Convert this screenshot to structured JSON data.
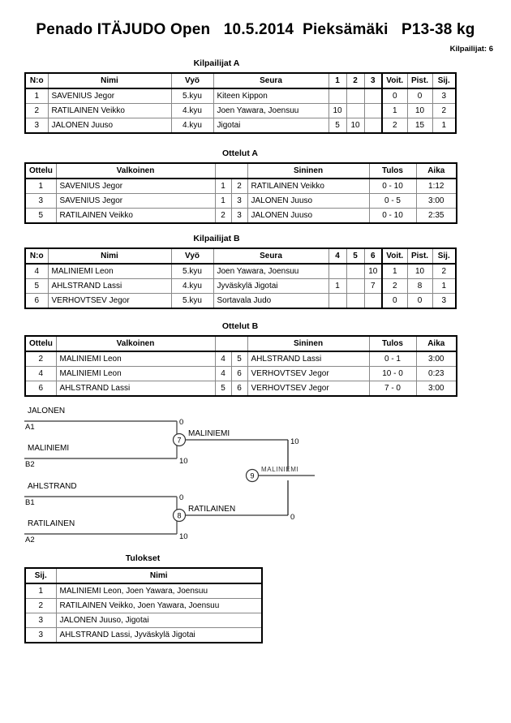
{
  "header": {
    "title": "Penado ITÄJUDO Open   10.5.2014  Pieksämäki   P13-38 kg",
    "competitor_count_label": "Kilpailijat: 6"
  },
  "pool_a": {
    "caption": "Kilpailijat A",
    "columns": [
      "N:o",
      "Nimi",
      "Vyö",
      "Seura",
      "1",
      "2",
      "3",
      "Voit.",
      "Pist.",
      "Sij."
    ],
    "rows": [
      {
        "no": "1",
        "name": "SAVENIUS Jegor",
        "belt": "5.kyu",
        "club": "Kiteen Kippon",
        "m1": "",
        "m2": "",
        "m3": "",
        "wins": "0",
        "points": "0",
        "rank": "3"
      },
      {
        "no": "2",
        "name": "RATILAINEN Veikko",
        "belt": "4.kyu",
        "club": "Joen Yawara, Joensuu",
        "m1": "10",
        "m2": "",
        "m3": "",
        "wins": "1",
        "points": "10",
        "rank": "2"
      },
      {
        "no": "3",
        "name": "JALONEN Juuso",
        "belt": "4.kyu",
        "club": "Jigotai",
        "m1": "5",
        "m2": "10",
        "m3": "",
        "wins": "2",
        "points": "15",
        "rank": "1"
      }
    ]
  },
  "matches_a": {
    "caption": "Ottelut A",
    "columns": [
      "Ottelu",
      "Valkoinen",
      "",
      "",
      "Sininen",
      "Tulos",
      "Aika"
    ],
    "rows": [
      {
        "match": "1",
        "white": "SAVENIUS Jegor",
        "white_no": "1",
        "blue_no": "2",
        "blue": "RATILAINEN Veikko",
        "result": "0 - 10",
        "time": "1:12"
      },
      {
        "match": "3",
        "white": "SAVENIUS Jegor",
        "white_no": "1",
        "blue_no": "3",
        "blue": "JALONEN Juuso",
        "result": "0 - 5",
        "time": "3:00"
      },
      {
        "match": "5",
        "white": "RATILAINEN Veikko",
        "white_no": "2",
        "blue_no": "3",
        "blue": "JALONEN Juuso",
        "result": "0 - 10",
        "time": "2:35"
      }
    ]
  },
  "pool_b": {
    "caption": "Kilpailijat B",
    "columns": [
      "N:o",
      "Nimi",
      "Vyö",
      "Seura",
      "4",
      "5",
      "6",
      "Voit.",
      "Pist.",
      "Sij."
    ],
    "rows": [
      {
        "no": "4",
        "name": "MALINIEMI Leon",
        "belt": "5.kyu",
        "club": "Joen Yawara, Joensuu",
        "m1": "",
        "m2": "",
        "m3": "10",
        "wins": "1",
        "points": "10",
        "rank": "2"
      },
      {
        "no": "5",
        "name": "AHLSTRAND Lassi",
        "belt": "4.kyu",
        "club": "Jyväskylä Jigotai",
        "m1": "1",
        "m2": "",
        "m3": "7",
        "wins": "2",
        "points": "8",
        "rank": "1"
      },
      {
        "no": "6",
        "name": "VERHOVTSEV Jegor",
        "belt": "5.kyu",
        "club": "Sortavala Judo",
        "m1": "",
        "m2": "",
        "m3": "",
        "wins": "0",
        "points": "0",
        "rank": "3"
      }
    ]
  },
  "matches_b": {
    "caption": "Ottelut B",
    "columns": [
      "Ottelu",
      "Valkoinen",
      "",
      "",
      "Sininen",
      "Tulos",
      "Aika"
    ],
    "rows": [
      {
        "match": "2",
        "white": "MALINIEMI Leon",
        "white_no": "4",
        "blue_no": "5",
        "blue": "AHLSTRAND Lassi",
        "result": "0 - 1",
        "time": "3:00"
      },
      {
        "match": "4",
        "white": "MALINIEMI Leon",
        "white_no": "4",
        "blue_no": "6",
        "blue": "VERHOVTSEV Jegor",
        "result": "10 - 0",
        "time": "0:23"
      },
      {
        "match": "6",
        "white": "AHLSTRAND Lassi",
        "white_no": "5",
        "blue_no": "6",
        "blue": "VERHOVTSEV Jegor",
        "result": "7 - 0",
        "time": "3:00"
      }
    ]
  },
  "bracket": {
    "semifinal_1": {
      "number": "7",
      "top_name": "JALONEN",
      "top_seed": "A1",
      "top_score": "0",
      "bottom_name": "MALINIEMI",
      "bottom_seed": "B2",
      "bottom_score": "10",
      "winner": "MALINIEMI",
      "winner_score": "10"
    },
    "semifinal_2": {
      "number": "8",
      "top_name": "AHLSTRAND",
      "top_seed": "B1",
      "top_score": "0",
      "bottom_name": "RATILAINEN",
      "bottom_seed": "A2",
      "bottom_score": "10",
      "winner": "RATILAINEN",
      "winner_score": "0"
    },
    "final": {
      "number": "9",
      "winner": "MALINIEMI"
    }
  },
  "results": {
    "caption": "Tulokset",
    "columns": [
      "Sij.",
      "Nimi"
    ],
    "rows": [
      {
        "rank": "1",
        "name": "MALINIEMI Leon, Joen Yawara, Joensuu"
      },
      {
        "rank": "2",
        "name": "RATILAINEN Veikko, Joen Yawara, Joensuu"
      },
      {
        "rank": "3",
        "name": "JALONEN Juuso, Jigotai"
      },
      {
        "rank": "3",
        "name": "AHLSTRAND Lassi, Jyväskylä Jigotai"
      }
    ]
  }
}
